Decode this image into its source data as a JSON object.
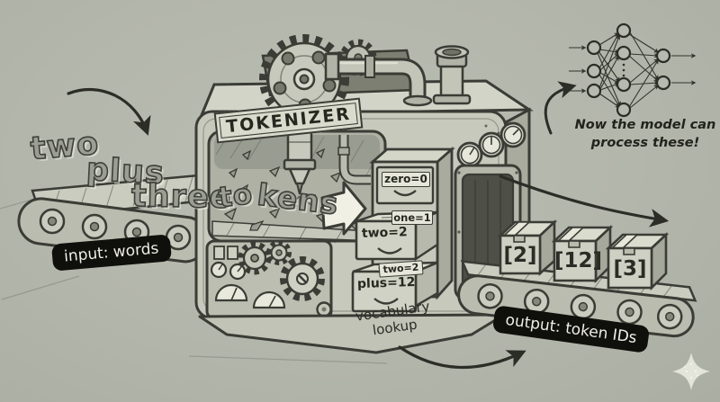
{
  "colors": {
    "background": "#b4b7ac",
    "ink": "#3b3c36",
    "badge_bg": "#0f0f0b",
    "badge_text": "#efefe7",
    "machine_face": "#c6c9bb",
    "highlight_white": "#f1f0e5"
  },
  "input": {
    "badge_label": "input: words",
    "words": [
      "two",
      "plus",
      "three"
    ]
  },
  "machine": {
    "nameplate": "TOKENIZER",
    "split_word_parts": [
      "to",
      "kens"
    ],
    "caption_lines": [
      "vocabulary",
      "lookup"
    ],
    "vocab_drawers": [
      {
        "label": "zero=0",
        "state": "closed"
      },
      {
        "label": "one=1",
        "state": "closed"
      },
      {
        "label": "two=2",
        "state": "open"
      },
      {
        "label": "two=2",
        "state": "closed"
      },
      {
        "label": "plus=12",
        "state": "open"
      }
    ]
  },
  "output": {
    "badge_label": "output: token IDs",
    "boxes": [
      "[2]",
      "[12]",
      "[3]"
    ]
  },
  "model_note": {
    "lines": [
      "Now the model can",
      "process these!"
    ]
  }
}
